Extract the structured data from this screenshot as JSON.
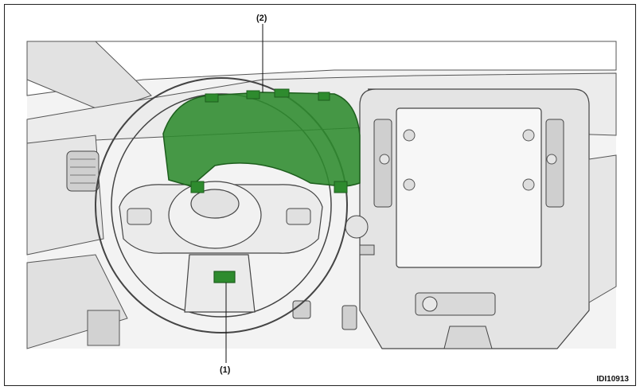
{
  "callouts": {
    "item_1": "(1)",
    "item_2": "(2)"
  },
  "figure_id": "IDI10913",
  "colors": {
    "highlight": "#2e8b2e",
    "line": "#333333",
    "surface": "#e9e9e9"
  }
}
